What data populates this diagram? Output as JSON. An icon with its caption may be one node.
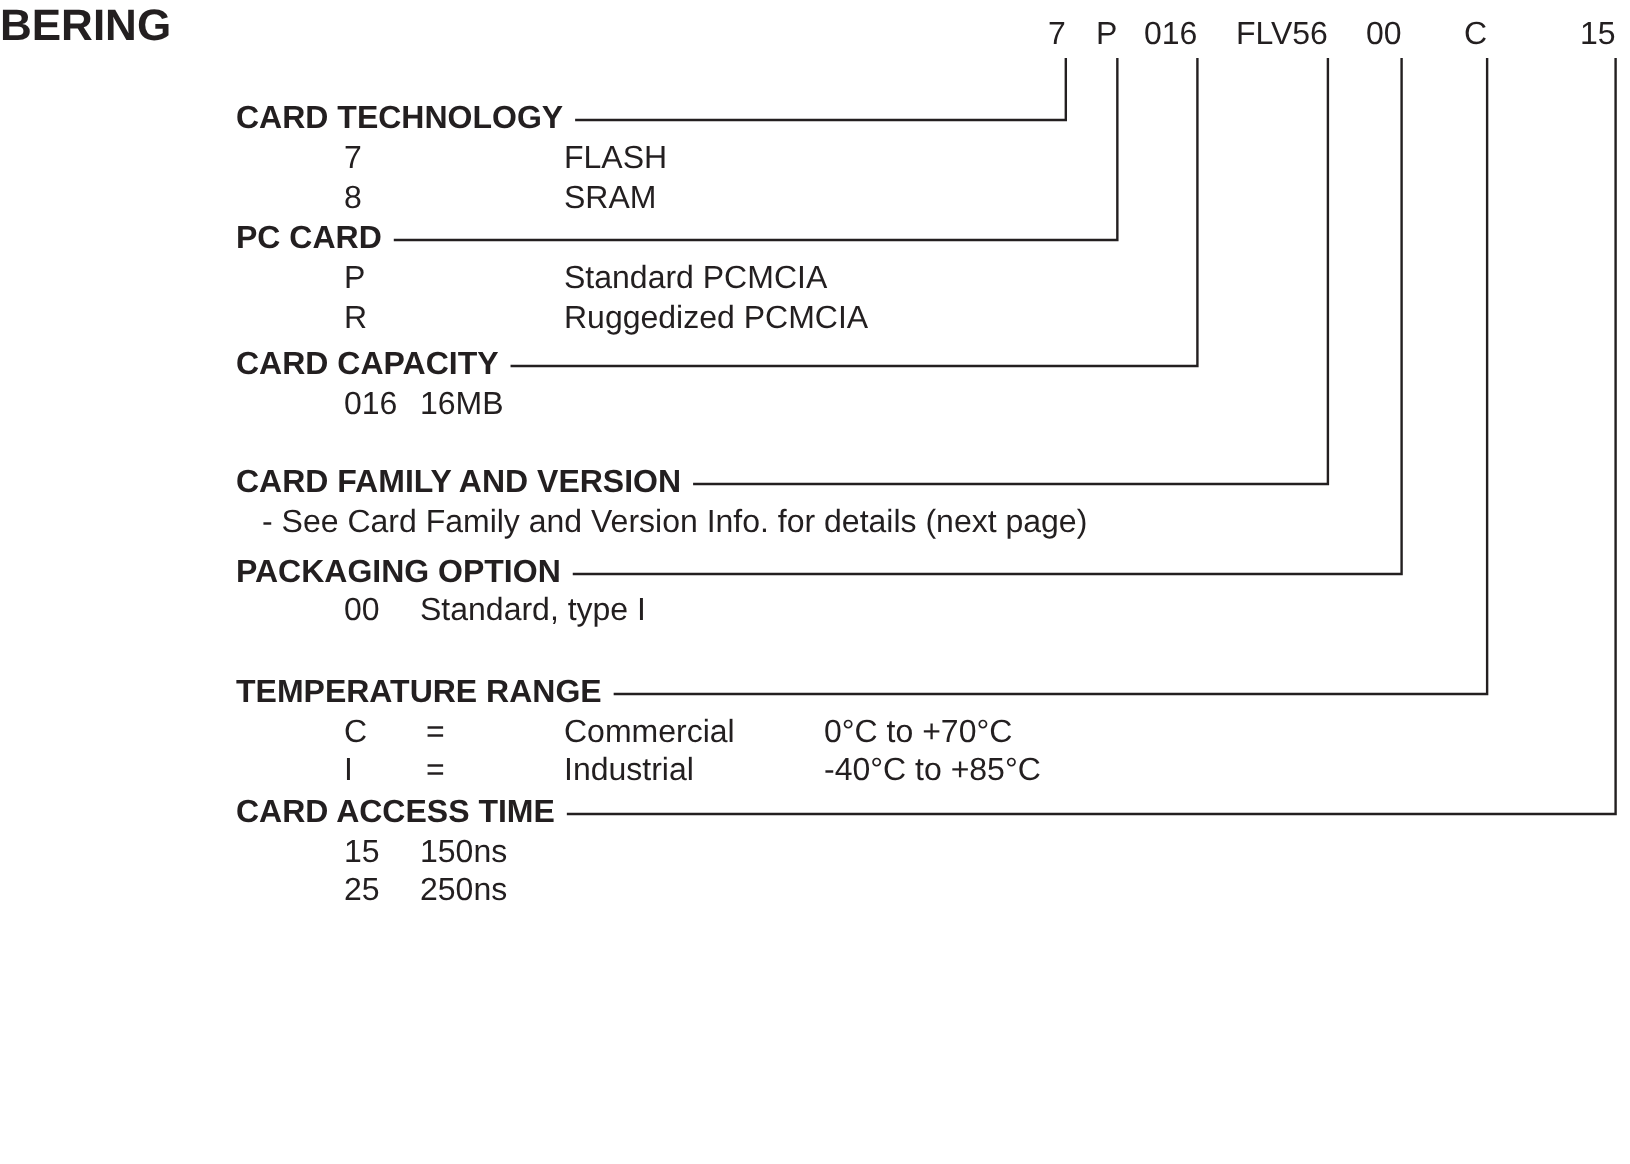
{
  "diagram": {
    "title": "BERING",
    "nodes": [
      {
        "text": [
          "7"
        ]
      },
      {
        "text": [
          "P"
        ]
      },
      {
        "text": [
          "016"
        ]
      },
      {
        "text": [
          "FLV56"
        ]
      },
      {
        "text": [
          "00"
        ]
      },
      {
        "text": [
          "C"
        ]
      },
      {
        "text": [
          "15"
        ]
      },
      {
        "text": [
          "CARD TECHNOLOGY"
        ]
      },
      {
        "text": [
          "PC CARD"
        ]
      },
      {
        "text": [
          "CARD CAPACITY"
        ]
      },
      {
        "text": [
          "CARD FAMILY AND VERSION"
        ]
      },
      {
        "text": [
          "PACKAGING OPTION"
        ]
      },
      {
        "text": [
          "TEMPERATURE RANGE"
        ]
      },
      {
        "text": [
          "CARD ACCESS TIME"
        ]
      }
    ],
    "edges": [
      {
        "from": 7,
        "to": 0,
        "arrow": "none"
      },
      {
        "from": 8,
        "to": 1,
        "arrow": "none"
      },
      {
        "from": 9,
        "to": 2,
        "arrow": "none"
      },
      {
        "from": 10,
        "to": 3,
        "arrow": "none"
      },
      {
        "from": 11,
        "to": 4,
        "arrow": "none"
      },
      {
        "from": 12,
        "to": 5,
        "arrow": "none"
      },
      {
        "from": 13,
        "to": 6,
        "arrow": "none"
      }
    ],
    "labels": [
      "7",
      "FLASH",
      "8",
      "SRAM",
      "P",
      "Standard PCMCIA",
      "R",
      "Ruggedized PCMCIA",
      "016",
      "16MB",
      "- See Card Family and Version Info. for details (next page)",
      "00",
      "Standard, type I",
      "C",
      "=",
      "Commercial",
      "0°C to +70°C",
      "I",
      "=",
      "Industrial",
      "-40°C to +85°C",
      "15",
      "150ns",
      "25",
      "250ns"
    ]
  }
}
